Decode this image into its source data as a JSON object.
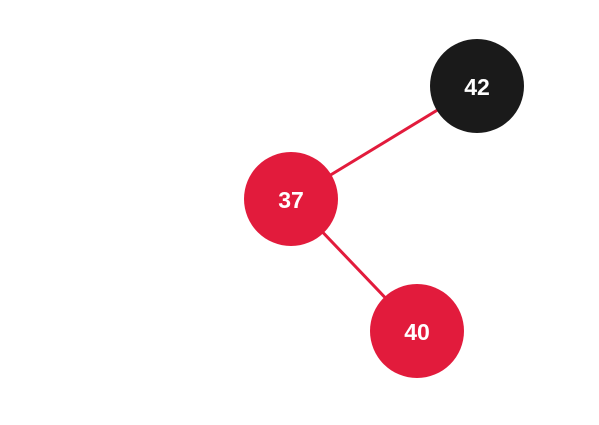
{
  "tree": {
    "colors": {
      "red": "#e21b3c",
      "black": "#1a1a1a",
      "edge": "#e21b3c",
      "label": "#ffffff"
    },
    "nodes": [
      {
        "key": "n42",
        "label": "42",
        "color": "black"
      },
      {
        "key": "n37",
        "label": "37",
        "color": "red"
      },
      {
        "key": "n40",
        "label": "40",
        "color": "red"
      }
    ],
    "edges": [
      {
        "from": "n42",
        "to": "n37"
      },
      {
        "from": "n37",
        "to": "n40"
      }
    ]
  }
}
